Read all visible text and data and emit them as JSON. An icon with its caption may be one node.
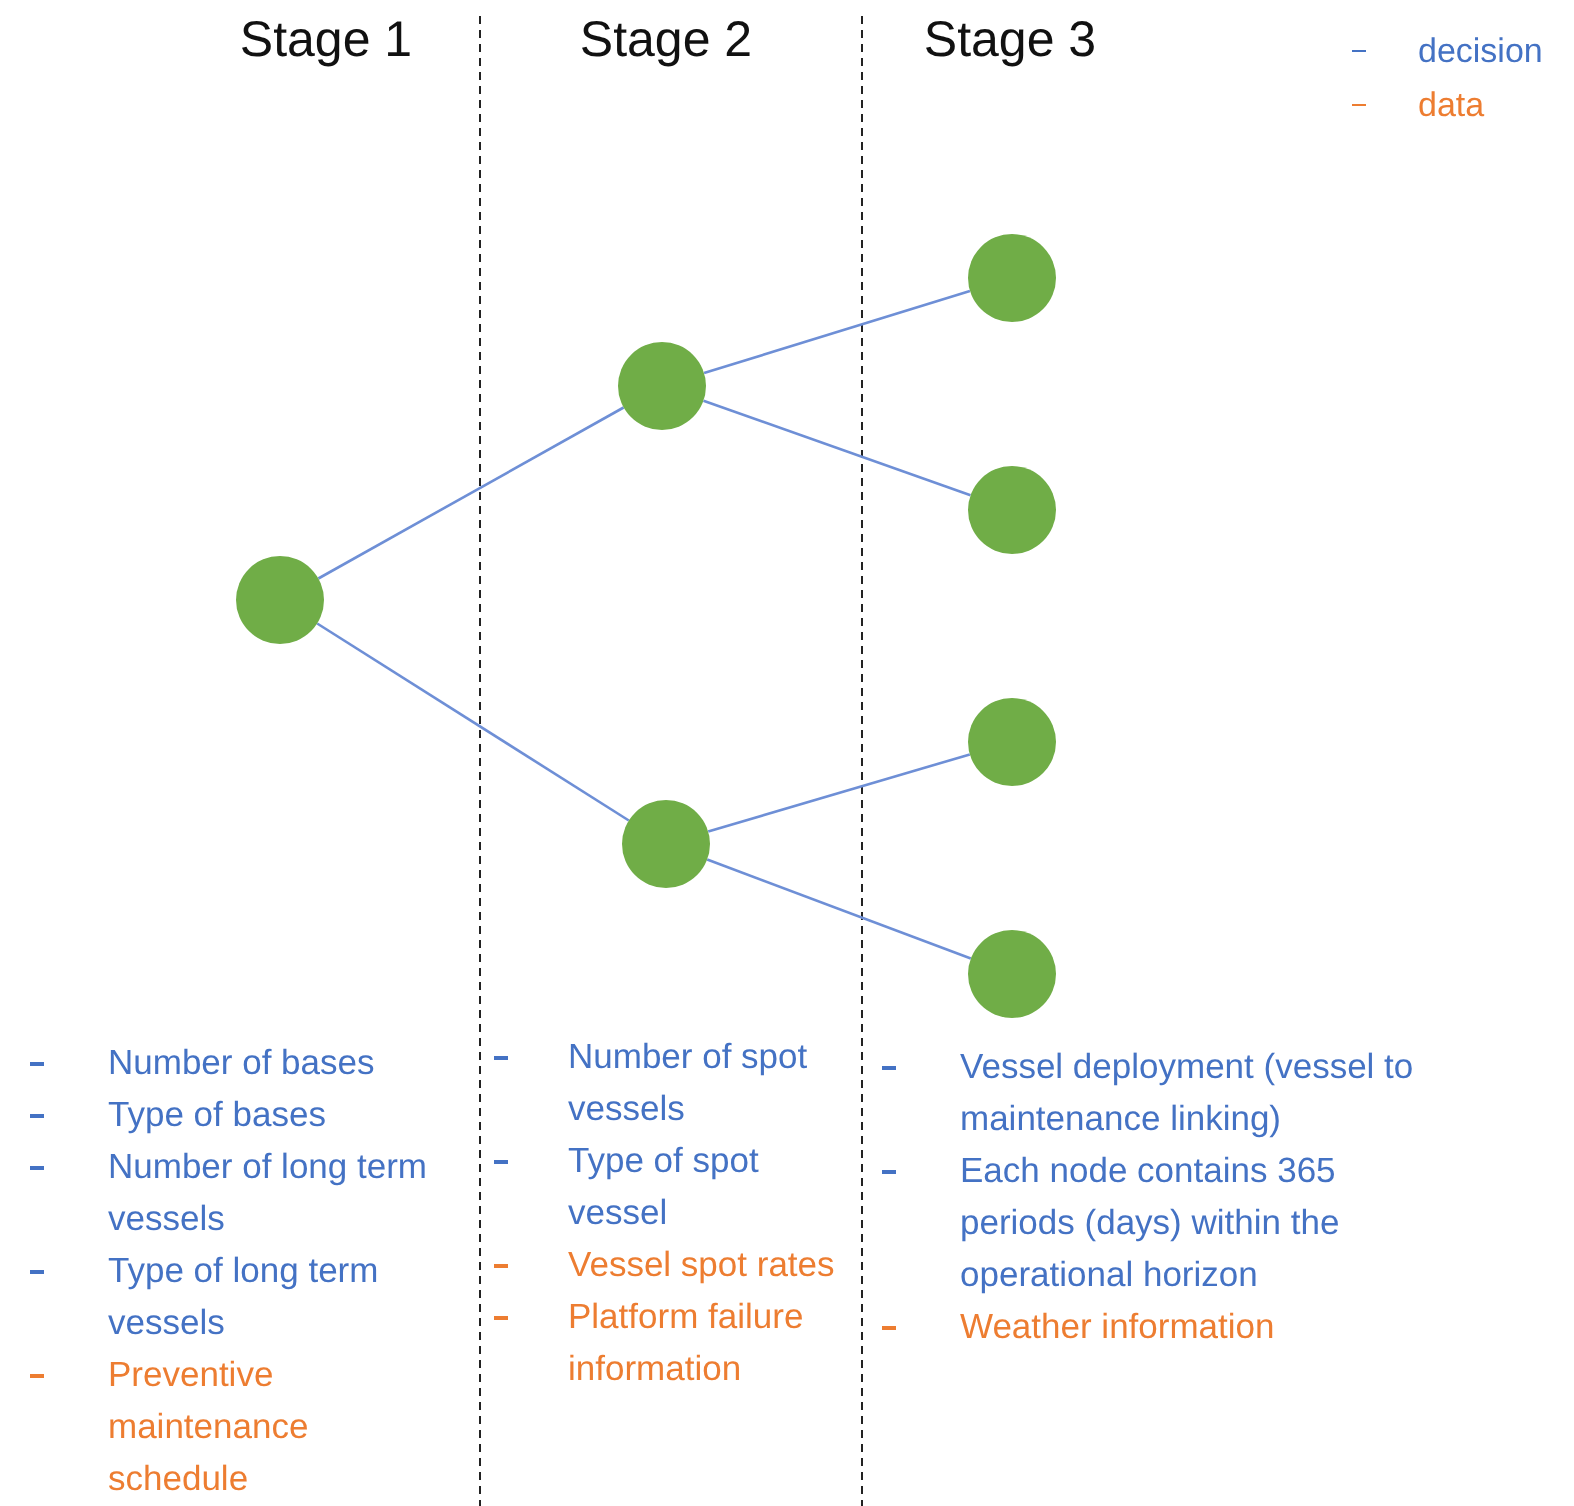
{
  "diagram": {
    "nodes": [
      {
        "text": [],
        "shape": "circle"
      },
      {
        "text": [],
        "shape": "circle"
      },
      {
        "text": [],
        "shape": "circle"
      },
      {
        "text": [],
        "shape": "circle"
      },
      {
        "text": [],
        "shape": "circle"
      },
      {
        "text": [],
        "shape": "circle"
      },
      {
        "text": [],
        "shape": "circle"
      }
    ],
    "edges": [
      {
        "from": 0,
        "to": 1,
        "arrow": "none"
      },
      {
        "from": 0,
        "to": 2,
        "arrow": "none"
      },
      {
        "from": 1,
        "to": 3,
        "arrow": "none"
      },
      {
        "from": 1,
        "to": 4,
        "arrow": "none"
      },
      {
        "from": 2,
        "to": 5,
        "arrow": "none"
      },
      {
        "from": 2,
        "to": 6,
        "arrow": "none"
      }
    ],
    "labels": [
      "Stage 1",
      "Stage 2",
      "Stage 3",
      "Number of bases",
      "Type of bases",
      "Number of long term vessels",
      "Type of long term vessels",
      "Preventive maintenance schedule",
      "Number of spot vessels",
      "Type of spot vessel",
      "Vessel spot rates",
      "Platform failure information",
      "Vessel deployment (vessel to maintenance linking)",
      "Each node contains 365 periods (days) within the operational horizon",
      "Weather information"
    ],
    "legend": [
      {
        "text": "decision",
        "color": "#4472c4"
      },
      {
        "text": "data",
        "color": "#ed7d31"
      }
    ]
  }
}
